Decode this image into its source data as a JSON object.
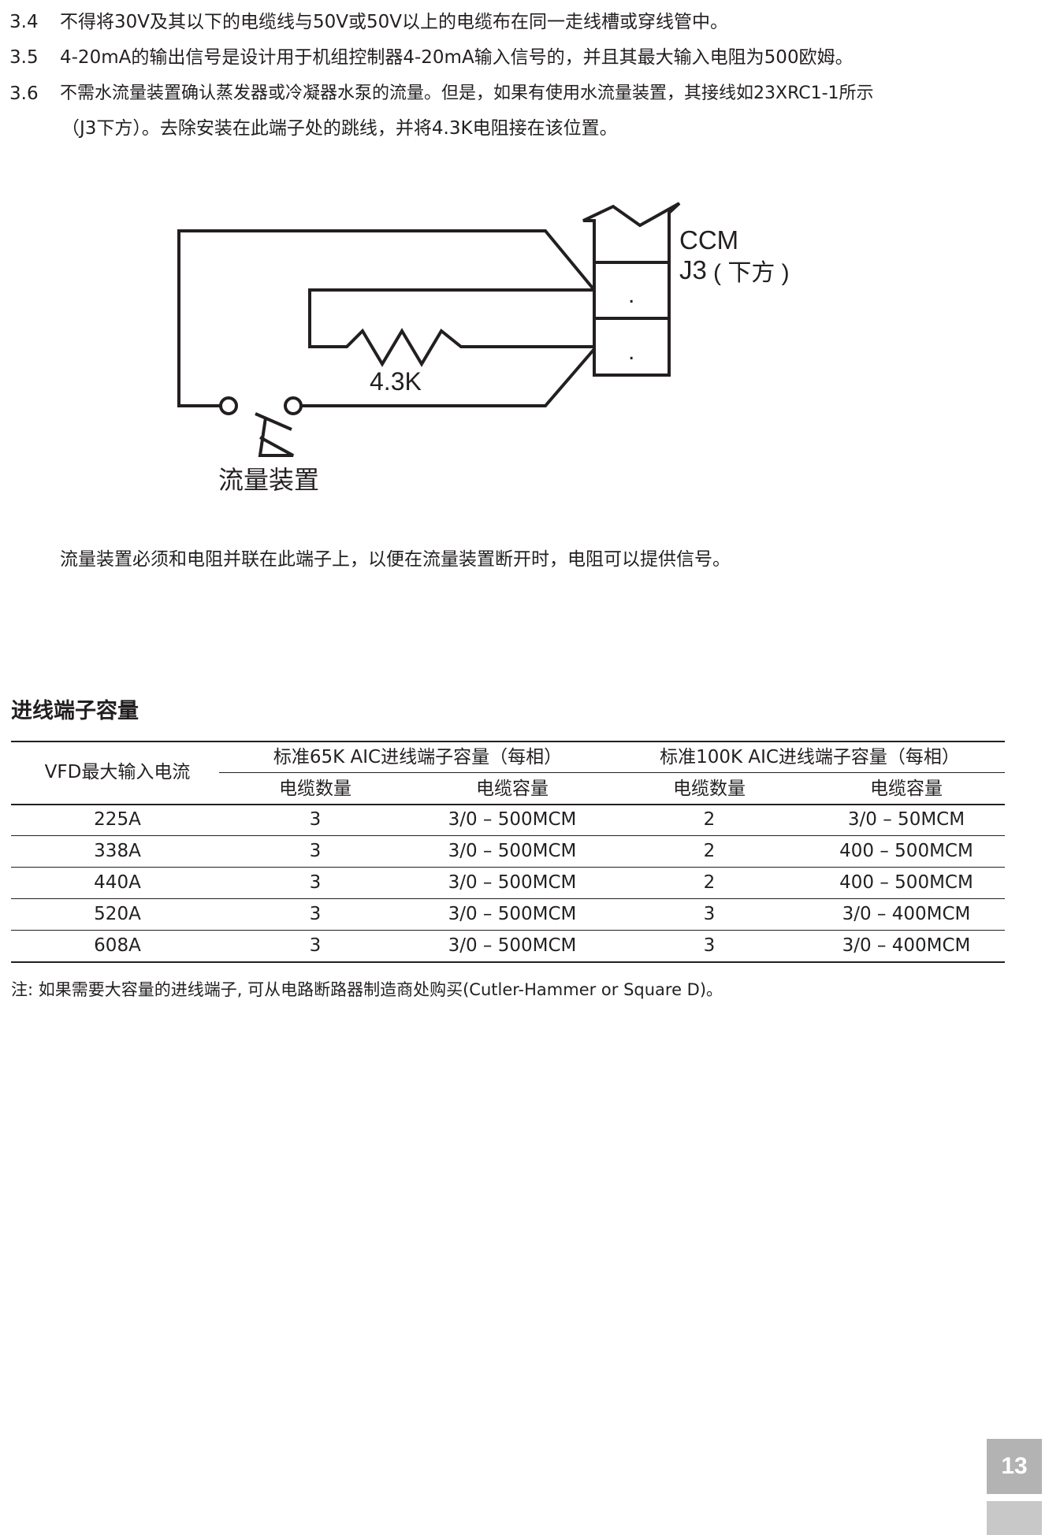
{
  "paragraphs": [
    {
      "num": "3.4",
      "lines": [
        "不得将30V及其以下的电缆线与50V或50V以上的电缆布在同一走线槽或穿线管中。"
      ]
    },
    {
      "num": "3.5",
      "lines": [
        "4-20mA的输出信号是设计用于机组控制器4-20mA输入信号的，并且其最大输入电阻为500欧姆。"
      ]
    },
    {
      "num": "3.6",
      "lines": [
        "不需水流量装置确认蒸发器或冷凝器水泵的流量。但是，如果有使用水流量装置，其接线如23XRC1-1所示",
        "（J3下方）。去除安装在此端子处的跳线，并将4.3K电阻接在该位置。"
      ]
    }
  ],
  "diagram": {
    "ccm_label": "CCM",
    "j3_label": "J3",
    "j3_paren": "( 下方 )",
    "resistor_label": "4.3K",
    "terminal_dot": ".",
    "flow_device_label": "流量装置"
  },
  "caption": "流量装置必须和电阻并联在此端子上，以便在流量装置断开时，电阻可以提供信号。",
  "section_title": "进线端子容量",
  "table": {
    "row_header": "VFD最大输入电流",
    "group_headers": [
      "标准65K AIC进线端子容量（每相）",
      "标准100K AIC进线端子容量（每相）"
    ],
    "sub_headers": [
      "电缆数量",
      "电缆容量",
      "电缆数量",
      "电缆容量"
    ],
    "rows": [
      [
        "225A",
        "3",
        "3/0 – 500MCM",
        "2",
        "3/0 – 50MCM"
      ],
      [
        "338A",
        "3",
        "3/0 – 500MCM",
        "2",
        "400 – 500MCM"
      ],
      [
        "440A",
        "3",
        "3/0 – 500MCM",
        "2",
        "400 – 500MCM"
      ],
      [
        "520A",
        "3",
        "3/0 – 500MCM",
        "3",
        "3/0 – 400MCM"
      ],
      [
        "608A",
        "3",
        "3/0 – 500MCM",
        "3",
        "3/0 – 400MCM"
      ]
    ]
  },
  "footnote": "注: 如果需要大容量的进线端子, 可从电路断路器制造商处购买(Cutler-Hammer or Square D)。",
  "page_number": "13"
}
